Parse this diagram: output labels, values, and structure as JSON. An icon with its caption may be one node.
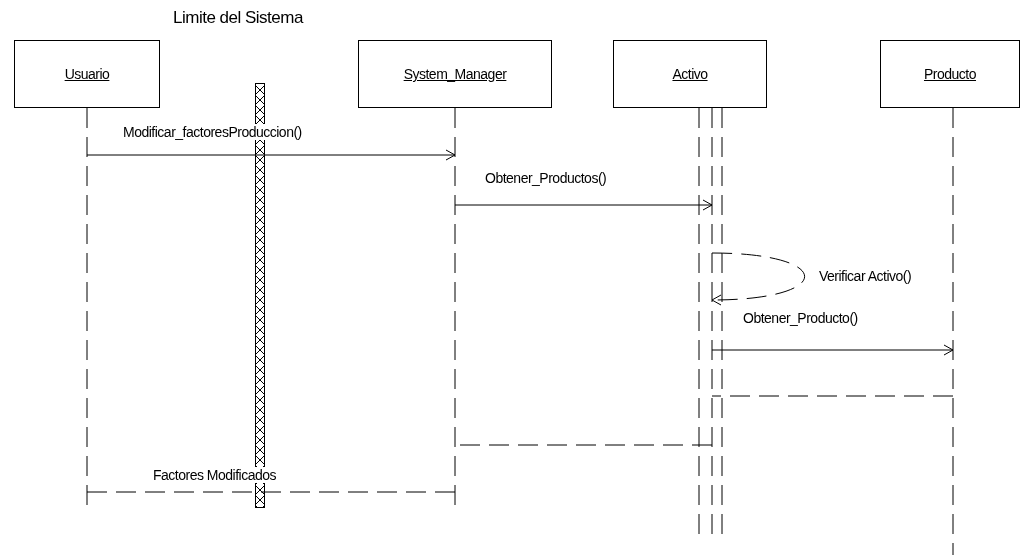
{
  "diagram": {
    "nodes": [
      {
        "text": [
          "Usuario"
        ]
      },
      {
        "text": [
          "System_Manager"
        ]
      },
      {
        "text": [
          "Activo"
        ]
      },
      {
        "text": [
          "Producto"
        ]
      }
    ],
    "edges": [
      {
        "from": 0,
        "to": 1,
        "arrow": "to",
        "label": "Modificar_factoresProduccion()"
      },
      {
        "from": 1,
        "to": 2,
        "arrow": "to",
        "label": "Obtener_Productos()"
      },
      {
        "from": 2,
        "to": 2,
        "arrow": "to",
        "label": "Verificar Activo()",
        "style": "dashed"
      },
      {
        "from": 2,
        "to": 3,
        "arrow": "to",
        "label": "Obtener_Producto()"
      },
      {
        "from": 3,
        "to": 2,
        "arrow": "none",
        "style": "dashed"
      },
      {
        "from": 2,
        "to": 1,
        "arrow": "none",
        "style": "dashed"
      },
      {
        "from": 1,
        "to": 0,
        "arrow": "none",
        "label": "Factores Modificados",
        "style": "dashed"
      }
    ],
    "labels": [
      "Limite del Sistema"
    ]
  }
}
